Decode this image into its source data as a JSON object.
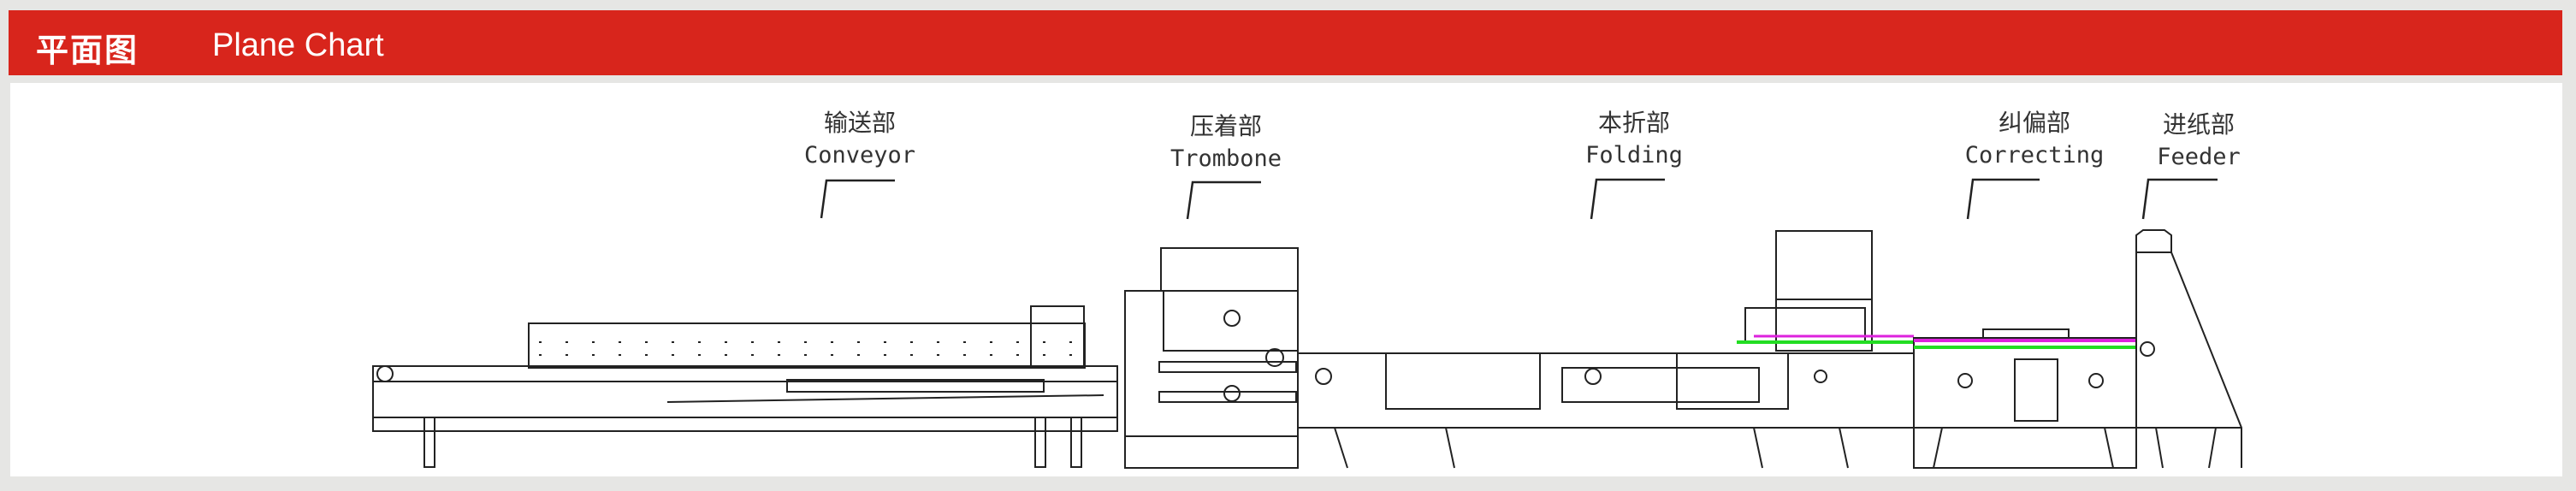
{
  "header": {
    "title_cn": "平面图",
    "title_en": "Plane Chart"
  },
  "sections": [
    {
      "cn": "输送部",
      "en": "Conveyor"
    },
    {
      "cn": "压着部",
      "en": "Trombone"
    },
    {
      "cn": "本折部",
      "en": "Folding"
    },
    {
      "cn": "纠偏部",
      "en": "Correcting"
    },
    {
      "cn": "进纸部",
      "en": "Feeder"
    }
  ],
  "colors": {
    "header": "#d8251c",
    "background": "#e6e6e4",
    "line": "#222222",
    "accent_green": "#22dd22",
    "accent_magenta": "#dd22dd"
  }
}
